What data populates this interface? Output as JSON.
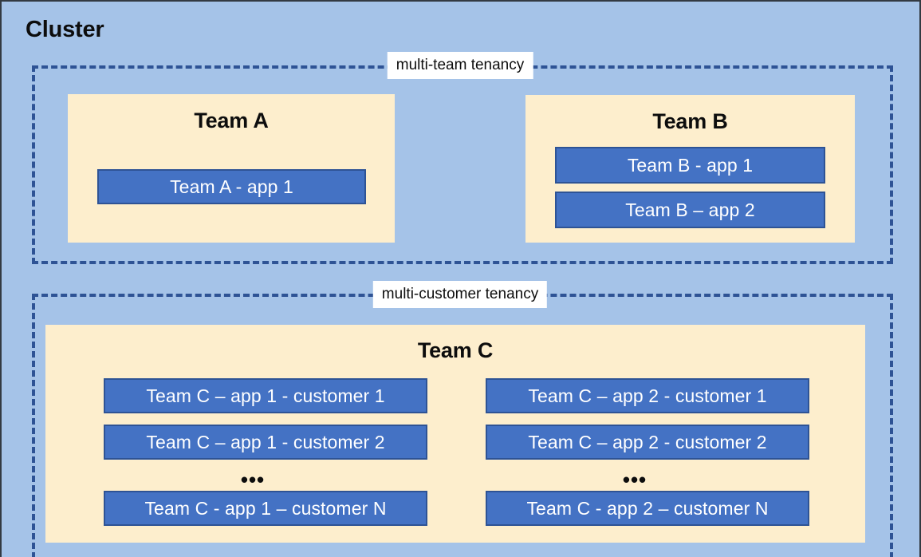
{
  "diagram": {
    "title": "Cluster",
    "background_color": "#A5C3E8",
    "accent_blue": "#4472C4",
    "panel_cream": "#FDEECD",
    "dash_navy": "#2E5395"
  },
  "tenancies": [
    {
      "id": "multi-team",
      "label": "multi-team tenancy"
    },
    {
      "id": "multi-customer",
      "label": "multi-customer tenancy"
    }
  ],
  "teams": {
    "a": {
      "title": "Team A",
      "apps": [
        {
          "label": "Team A - app 1"
        }
      ]
    },
    "b": {
      "title": "Team B",
      "apps": [
        {
          "label": "Team B - app 1"
        },
        {
          "label": "Team B – app 2"
        }
      ]
    },
    "c": {
      "title": "Team C",
      "ellipsis": "•••",
      "app1": [
        {
          "label": "Team C – app 1 - customer 1"
        },
        {
          "label": "Team C – app 1 - customer 2"
        },
        {
          "label": "Team C - app 1 – customer N"
        }
      ],
      "app2": [
        {
          "label": "Team C – app 2 - customer 1"
        },
        {
          "label": "Team C – app 2 - customer 2"
        },
        {
          "label": "Team C - app 2 – customer N"
        }
      ]
    }
  }
}
